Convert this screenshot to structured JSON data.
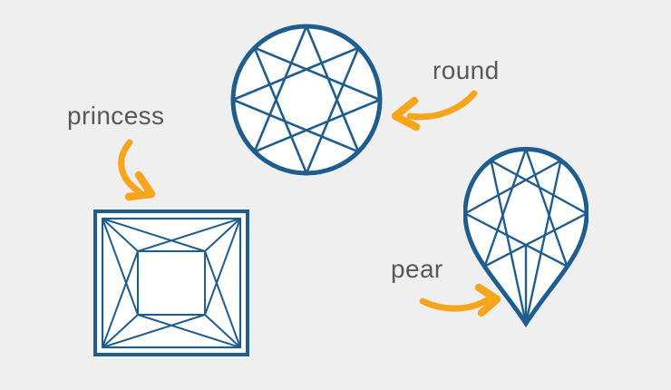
{
  "colors": {
    "background": "#efeff0",
    "diamond_stroke": "#1f5d8f",
    "diamond_fill": "#ffffff",
    "arrow": "#f9a51c",
    "label_text": "#58585a"
  },
  "labels": {
    "round": "round",
    "princess": "princess",
    "pear": "pear"
  },
  "arrows": {
    "round": "curved-arrow-pointing-left",
    "princess": "curved-arrow-pointing-down-right",
    "pear": "curved-arrow-pointing-right"
  }
}
